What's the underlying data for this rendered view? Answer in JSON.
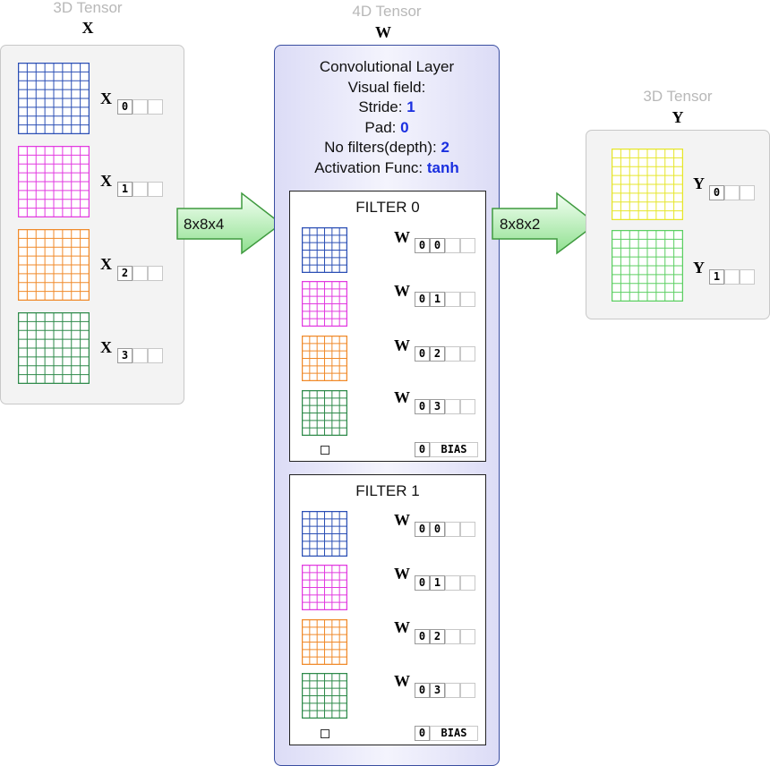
{
  "input_tensor": {
    "label": "3D Tensor",
    "symbol": "X",
    "items": [
      {
        "symbol": "X",
        "index": "0",
        "color": "#2b4fb5"
      },
      {
        "symbol": "X",
        "index": "1",
        "color": "#e23ae0"
      },
      {
        "symbol": "X",
        "index": "2",
        "color": "#f08a2a"
      },
      {
        "symbol": "X",
        "index": "3",
        "color": "#2e8a4a"
      }
    ]
  },
  "weight_tensor": {
    "label": "4D Tensor",
    "symbol": "W",
    "layer": {
      "title": "Convolutional Layer",
      "visual_field_label": "Visual field:",
      "stride_label": "Stride:",
      "stride_value": "1",
      "pad_label": "Pad:",
      "pad_value": "0",
      "filters_label": "No filters(depth):",
      "filters_value": "2",
      "activation_label": "Activation Func:",
      "activation_value": "tanh"
    },
    "filters": [
      {
        "title": "FILTER 0",
        "weights": [
          {
            "symbol": "W",
            "i": "0",
            "j": "0",
            "color": "#2b4fb5"
          },
          {
            "symbol": "W",
            "i": "0",
            "j": "1",
            "color": "#e23ae0"
          },
          {
            "symbol": "W",
            "i": "0",
            "j": "2",
            "color": "#f08a2a"
          },
          {
            "symbol": "W",
            "i": "0",
            "j": "3",
            "color": "#2e8a4a"
          }
        ],
        "bias_index": "0",
        "bias_label": "BIAS"
      },
      {
        "title": "FILTER 1",
        "weights": [
          {
            "symbol": "W",
            "i": "0",
            "j": "0",
            "color": "#2b4fb5"
          },
          {
            "symbol": "W",
            "i": "0",
            "j": "1",
            "color": "#e23ae0"
          },
          {
            "symbol": "W",
            "i": "0",
            "j": "2",
            "color": "#f08a2a"
          },
          {
            "symbol": "W",
            "i": "0",
            "j": "3",
            "color": "#2e8a4a"
          }
        ],
        "bias_index": "0",
        "bias_label": "BIAS"
      }
    ]
  },
  "output_tensor": {
    "label": "3D Tensor",
    "symbol": "Y",
    "items": [
      {
        "symbol": "Y",
        "index": "0",
        "color": "#e6e62a"
      },
      {
        "symbol": "Y",
        "index": "1",
        "color": "#5ccf62"
      }
    ]
  },
  "arrows": [
    {
      "label": "8x8x4"
    },
    {
      "label": "8x8x2"
    }
  ]
}
